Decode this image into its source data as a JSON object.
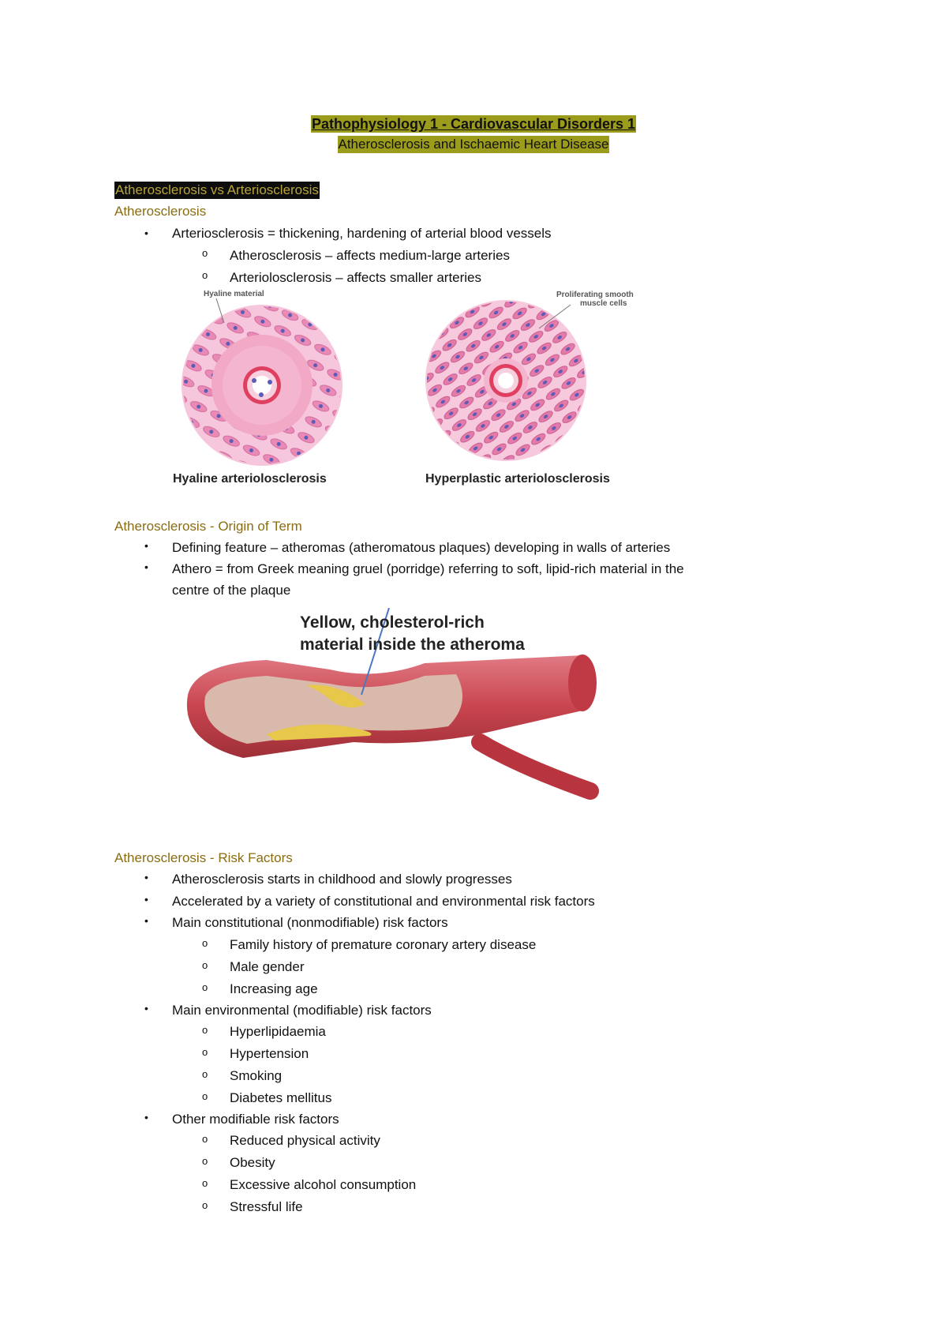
{
  "title": "Pathophysiology 1 - Cardiovascular Disorders 1",
  "subtitle": "Atherosclerosis and Ischaemic Heart Disease",
  "section_header": "Atherosclerosis vs Arteriosclerosis",
  "sec1": {
    "heading": "Atherosclerosis",
    "bullet1": "Arteriosclerosis = thickening, hardening of arterial blood vessels",
    "sub1": "Atherosclerosis – affects medium-large arteries",
    "sub2": "Arteriolosclerosis – affects smaller arteries"
  },
  "figure1": {
    "left_label": "Hyaline material",
    "right_label_line1": "Proliferating smooth",
    "right_label_line2": "muscle cells",
    "left_caption": "Hyaline arteriolosclerosis",
    "right_caption": "Hyperplastic arteriolosclerosis"
  },
  "sec2": {
    "heading": "Atherosclerosis - Origin of Term",
    "bullet1": "Defining feature – atheromas (atheromatous plaques) developing in walls of arteries",
    "bullet2_line1": "Athero = from Greek meaning gruel (porridge) referring to soft, lipid-rich material in the",
    "bullet2_line2": "centre of the plaque"
  },
  "figure2": {
    "label_line1": "Yellow, cholesterol-rich",
    "label_line2": "material inside the atheroma"
  },
  "sec3": {
    "heading": "Atherosclerosis - Risk Factors",
    "b1": "Atherosclerosis starts in childhood and slowly progresses",
    "b2": "Accelerated by a variety of constitutional and environmental risk factors",
    "b3": "Main constitutional (nonmodifiable) risk factors",
    "b3_items": [
      "Family history of premature coronary artery disease",
      "Male gender",
      "Increasing age"
    ],
    "b4": "Main environmental (modifiable) risk factors",
    "b4_items": [
      "Hyperlipidaemia",
      "Hypertension",
      "Smoking",
      "Diabetes mellitus"
    ],
    "b5": "Other modifiable risk factors",
    "b5_items": [
      "Reduced physical activity",
      "Obesity",
      "Excessive alcohol consumption",
      "Stressful life"
    ]
  },
  "glyphs": {
    "bullet": "•",
    "sub_bullet": "o"
  },
  "colors": {
    "title_highlight": "#9c9c1c",
    "heading_text": "#8a6d12",
    "section_bg": "#0d0d0d",
    "section_text": "#b8a43a"
  }
}
